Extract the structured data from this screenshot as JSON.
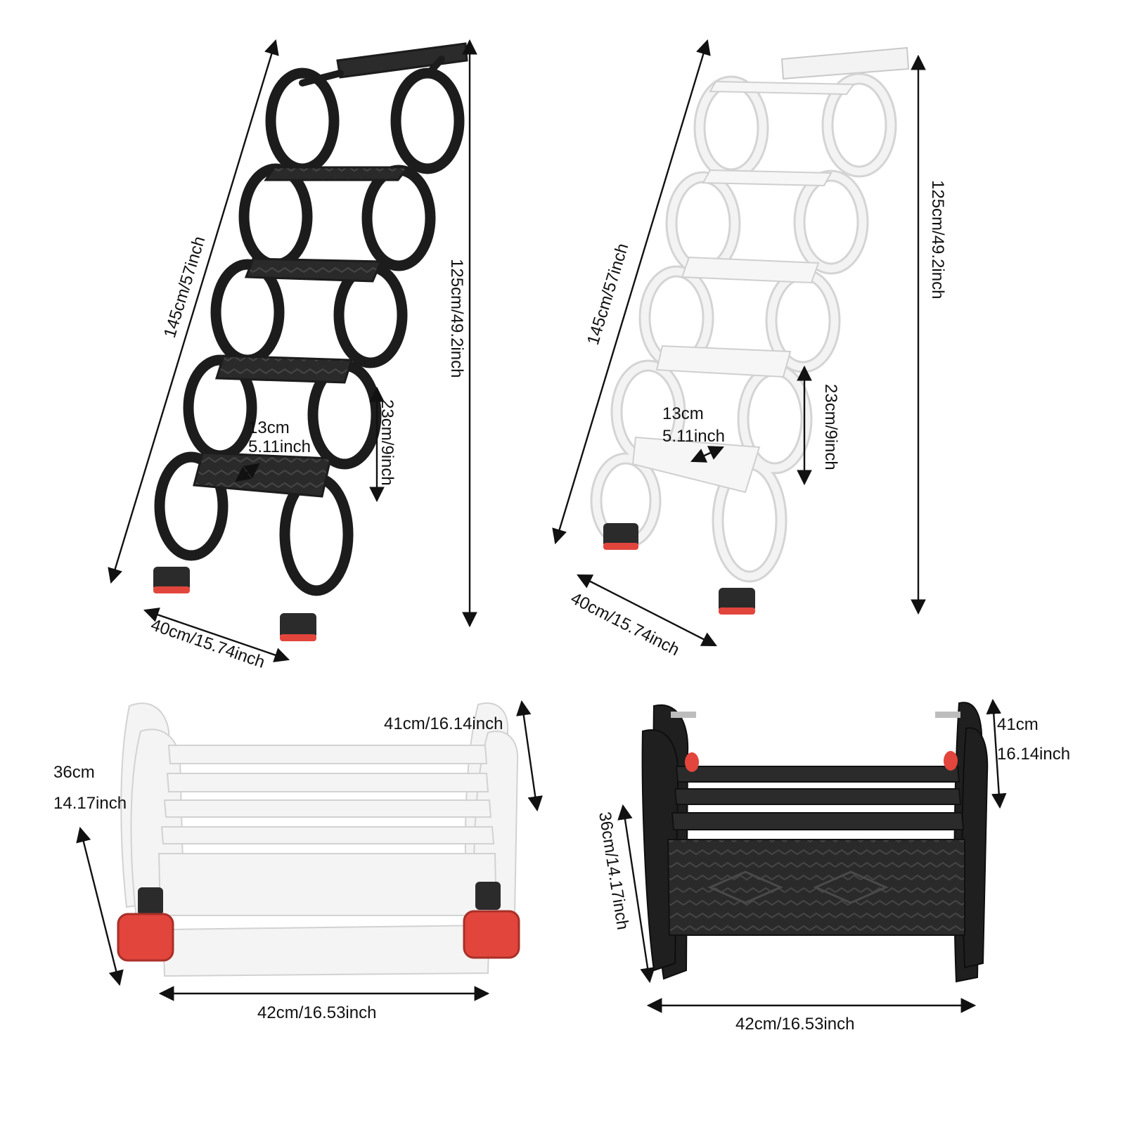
{
  "colors": {
    "black_frame": "#1c1c1c",
    "white_frame": "#f3f3f3",
    "white_outline": "#c9c9c9",
    "foot_pad": "#e2453c",
    "dim_line": "#111111",
    "background": "#ffffff"
  },
  "panels": {
    "black_extended": {
      "length_label": "145cm/57inch",
      "height_label": "125cm/49.2inch",
      "step_gap_label": "23cm/9inch",
      "step_depth_cm": "13cm",
      "step_depth_inch": "5.11inch",
      "width_label": "40cm/15.74inch"
    },
    "white_extended": {
      "length_label": "145cm/57inch",
      "height_label": "125cm/49.2inch",
      "step_gap_label": "23cm/9inch",
      "step_depth_cm": "13cm",
      "step_depth_inch": "5.11inch",
      "width_label": "40cm/15.74inch"
    },
    "white_folded": {
      "depth_label": "41cm/16.14inch",
      "height_cm": "36cm",
      "height_inch": "14.17inch",
      "width_label": "42cm/16.53inch"
    },
    "black_folded": {
      "depth_cm": "41cm",
      "depth_inch": "16.14inch",
      "height_label": "36cm/14.17inch",
      "width_label": "42cm/16.53inch"
    }
  }
}
